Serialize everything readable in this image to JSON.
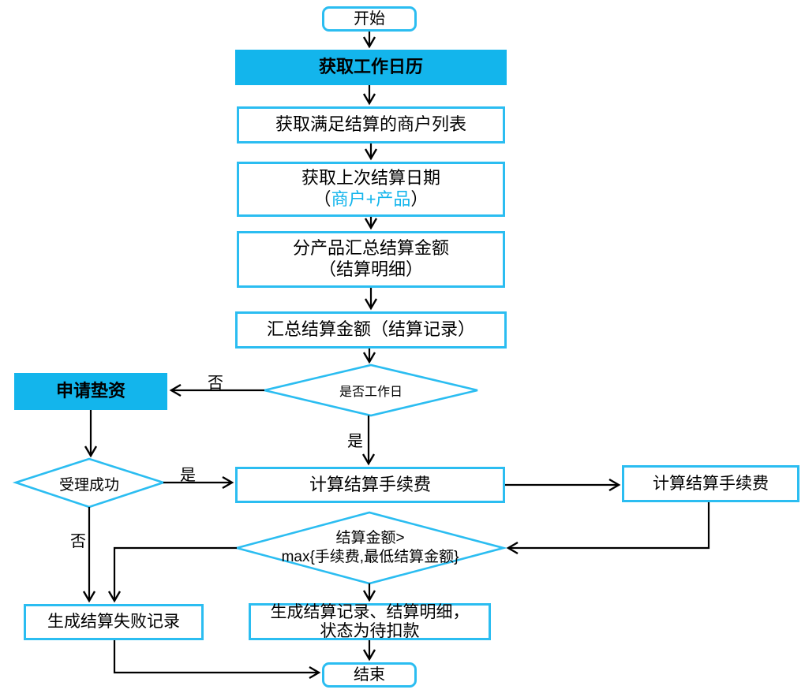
{
  "diagram_title": "settlement-batch-flowchart",
  "colors": {
    "accent_fill": "#13b5ec",
    "accent_border": "#2bbdf1",
    "line_color": "#000000",
    "highlight_text": "#13b5ec"
  },
  "nodes": {
    "start": {
      "label": "开始"
    },
    "get_calendar": {
      "label": "获取工作日历"
    },
    "get_merchants": {
      "label": "获取满足结算的商户列表"
    },
    "get_last_date": {
      "line1": "获取上次结算日期",
      "line2_open": "（",
      "line2_highlight": "商户+产品",
      "line2_close": "）"
    },
    "sum_by_product": {
      "line1": "分产品汇总结算金额",
      "line2": "（结算明细）"
    },
    "sum_total": {
      "label": "汇总结算金额（结算记录）"
    },
    "is_workday": {
      "label": "是否工作日"
    },
    "apply_advance": {
      "label": "申请垫资"
    },
    "accept_success": {
      "label": "受理成功"
    },
    "calc_fee_center": {
      "label": "计算结算手续费"
    },
    "calc_fee_right": {
      "label": "计算结算手续费"
    },
    "amount_check": {
      "line1": "结算金额>",
      "line2": "max{手续费,最低结算金额}"
    },
    "gen_fail": {
      "label": "生成结算失败记录"
    },
    "gen_record": {
      "line1": "生成结算记录、结算明细，",
      "line2": "状态为待扣款"
    },
    "end": {
      "label": "结束"
    }
  },
  "edge_labels": {
    "workday_no": "否",
    "workday_yes": "是",
    "accept_yes": "是",
    "accept_no": "否"
  }
}
